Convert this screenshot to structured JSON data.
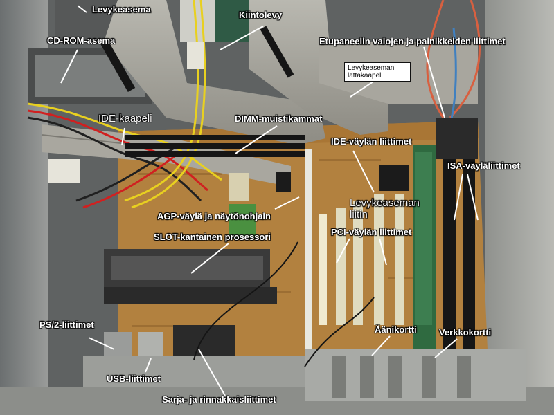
{
  "labels": {
    "floppy_drive": "Levykeasema",
    "hard_disk": "Kiintolevy",
    "cdrom_drive": "CD-ROM-asema",
    "front_panel_connectors": "Etupaneelin valojen ja painikkeiden liittimet",
    "floppy_ribbon_cable": "Levykeaseman lattakaapeli",
    "ide_cable": "IDE-kaapeli",
    "dimm_slots": "DIMM-muistikammat",
    "ide_bus_connectors": "IDE-väylän liittimet",
    "isa_bus_connectors": "ISA-väyläliittimet",
    "floppy_connector": "Levykeaseman liitin",
    "agp_bus": "AGP-väylä ja näytönohjain",
    "slot_processor": "SLOT-kantainen prosessori",
    "pci_bus_connectors": "PCI-väylän liittimet",
    "sound_card": "Äänikortti",
    "network_card": "Verkkokortti",
    "ps2_connectors": "PS/2-liittimet",
    "usb_connectors": "USB-liittimet",
    "serial_parallel_connectors": "Sarja- ja rinnakkaisliittimet"
  }
}
